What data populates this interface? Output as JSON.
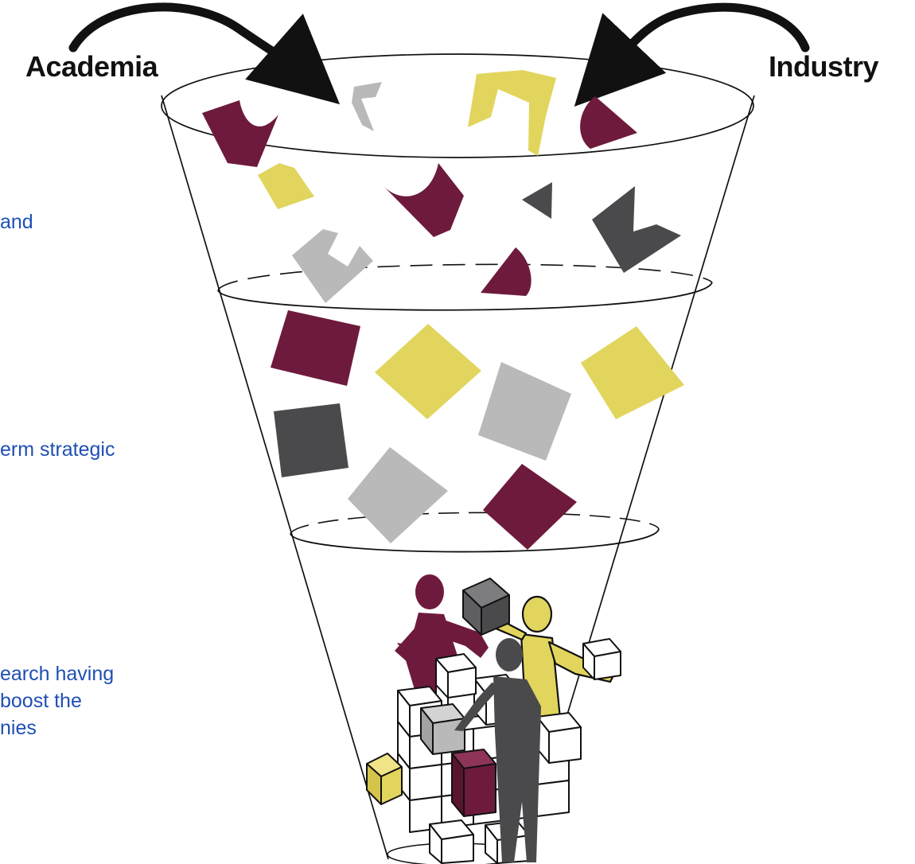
{
  "labels": {
    "left": "Academia",
    "right": "Industry"
  },
  "side_text": {
    "top": [
      "and"
    ],
    "middle": [
      "erm strategic"
    ],
    "bottom": [
      "earch having",
      "boost the",
      "nies"
    ]
  },
  "colors": {
    "maroon": "#6e1a3d",
    "yellow": "#e1d55d",
    "light_gray": "#b9b9b9",
    "dark_gray": "#4a4a4c",
    "text_blue": "#1f4fb5",
    "outline": "#111111"
  }
}
